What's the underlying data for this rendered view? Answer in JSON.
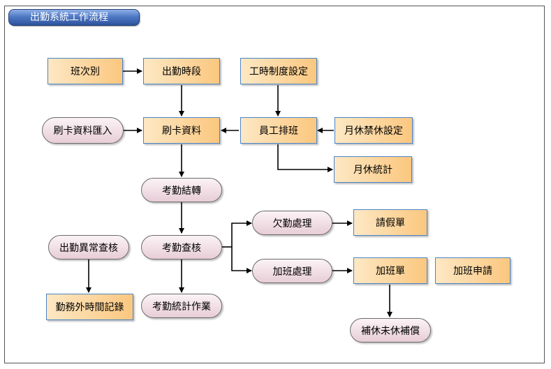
{
  "title": "出勤系統工作流程",
  "nodes": {
    "shift_type": "班次別",
    "attendance_period": "出勤時段",
    "work_hour_setting": "工時制度設定",
    "card_import": "刷卡資料匯入",
    "card_data": "刷卡資料",
    "staff_schedule": "員工排班",
    "monthly_off_setting": "月休禁休設定",
    "monthly_off_stats": "月休統計",
    "attendance_transfer": "考勤結轉",
    "absence_handling": "欠勤處理",
    "leave_form": "請假單",
    "anomaly_check": "出勤異常查核",
    "attendance_check": "考勤查核",
    "overtime_handling": "加班處理",
    "overtime_form": "加班單",
    "overtime_request": "加班申請",
    "outside_work_record": "勤務外時間記錄",
    "attendance_stats": "考勤統計作業",
    "comp_off": "補休未休補償"
  },
  "colors": {
    "box_border": "#4a85c8",
    "box_fill_light": "#fde8c4",
    "box_fill_dark": "#fbc77f",
    "pill_fill_light": "#fbf3f6",
    "pill_fill_dark": "#e8cdd7",
    "title_fill": "#4f79c4",
    "connector": "#000000"
  }
}
